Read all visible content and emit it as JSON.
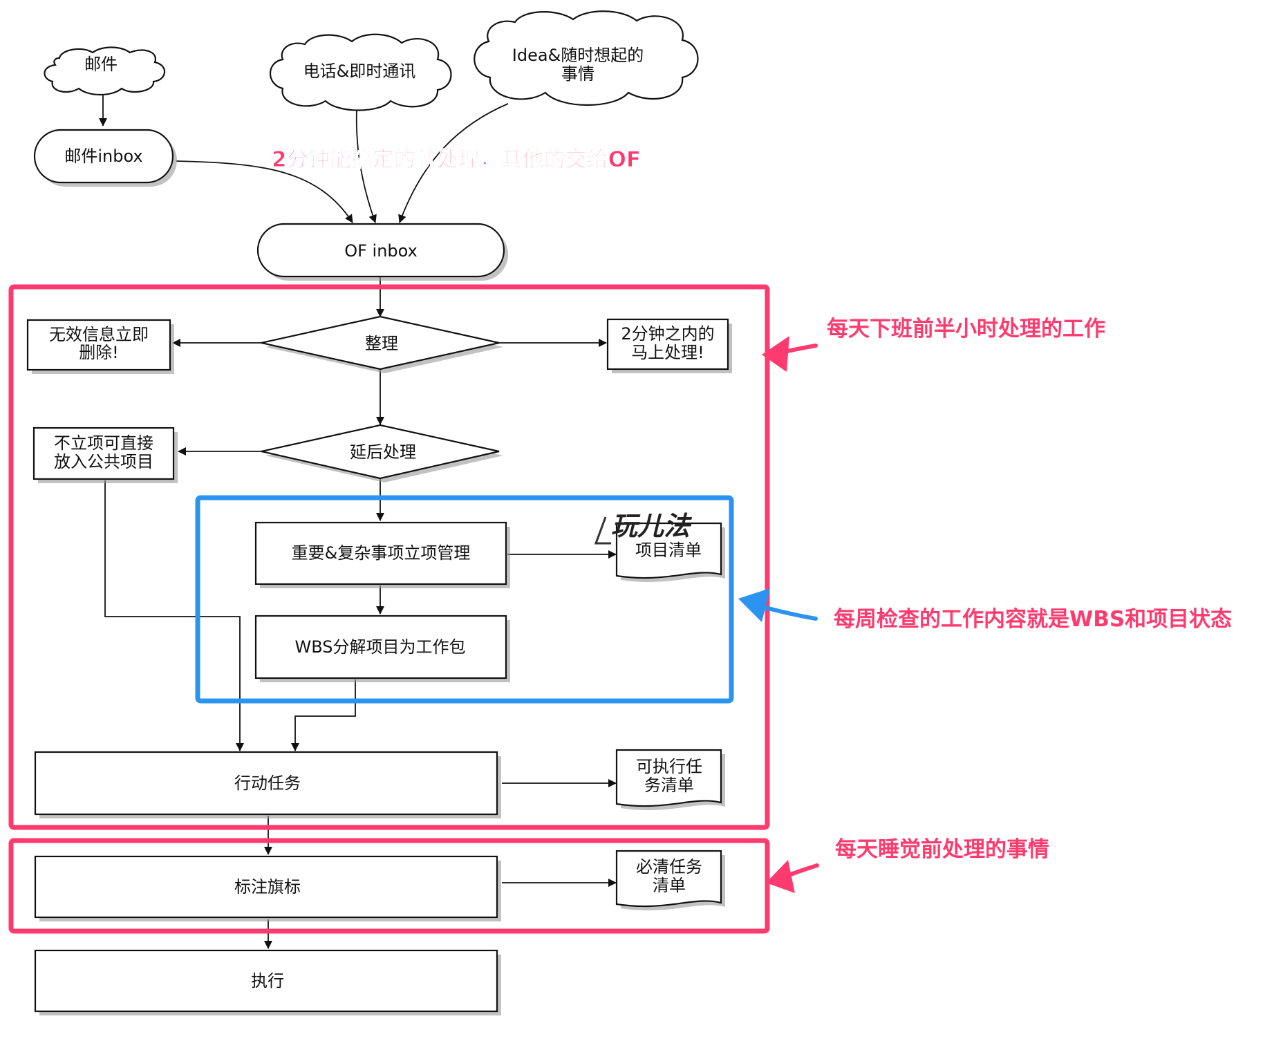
{
  "colors": {
    "annotation_pink": "#ff3a6e",
    "annotation_blue": "#2b93f0",
    "line": "#111111",
    "shadow": "#9a9a9a"
  },
  "nodes": {
    "mail": "邮件",
    "phone_im": "电话&即时通讯",
    "idea_line1": "Idea&随时想起的",
    "idea_line2": "事情",
    "mail_inbox": "邮件inbox",
    "of_inbox": "OF inbox",
    "organize": "整理",
    "invalid_line1": "无效信息立即",
    "invalid_line2": "删除!",
    "two_min_line1": "2分钟之内的",
    "two_min_line2": "马上处理!",
    "defer": "延后处理",
    "no_project_line1": "不立项可直接",
    "no_project_line2": "放入公共项目",
    "project_mgmt": "重要&复杂事项立项管理",
    "project_list": "项目清单",
    "wbs": "WBS分解项目为工作包",
    "action_tasks": "行动任务",
    "actionable_line1": "可执行任",
    "actionable_line2": "务清单",
    "flag": "标注旗标",
    "must_do_line1": "必清任务",
    "must_do_line2": "清单",
    "execute": "执行"
  },
  "annotations": {
    "two_min_rule": "2分钟能搞定的就处理，其他的交给OF",
    "daily_before_work_end": "每天下班前半小时处理的工作",
    "weekly_review": "每周检查的工作内容就是WBS和项目状态",
    "daily_before_sleep": "每天睡觉前处理的事情"
  },
  "watermark": "玩儿法"
}
